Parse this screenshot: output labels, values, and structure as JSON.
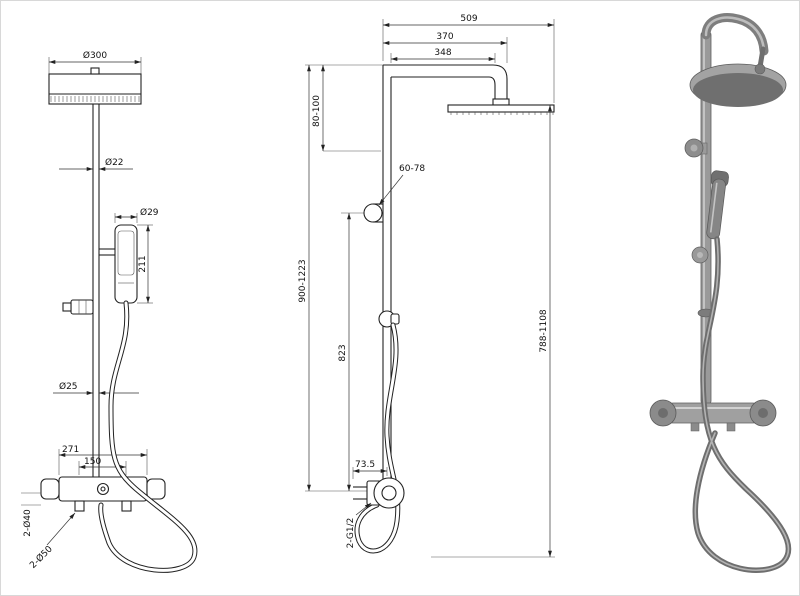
{
  "drawing": {
    "type": "technical-drawing",
    "subject": "thermostatic shower column, three views"
  },
  "front": {
    "head_diameter": "Ø300",
    "pipe_diameter": "Ø22",
    "hand_shower_diameter": "Ø29",
    "hand_shower_length": "211",
    "lower_pipe_diameter": "Ø25",
    "valve_width": "271",
    "inlet_spacing": "150",
    "inlet_note_1": "2-Ø40",
    "inlet_note_2": "2-Ø50"
  },
  "side": {
    "overall_reach": "509",
    "arm_reach": "370",
    "arm_length": "348",
    "drop_range": "80-100",
    "bracket_offset": "60-78",
    "overall_height": "900-1223",
    "column_height": "823",
    "riser_range": "788-1108",
    "valve_offset": "73.5",
    "thread_note": "2-G1/2"
  },
  "colors": {
    "line": "#222222",
    "dimension": "#333333",
    "render_body": "#8a8a8a",
    "render_dark": "#6f6f6f",
    "render_light": "#b5b5b5",
    "background": "#ffffff"
  }
}
